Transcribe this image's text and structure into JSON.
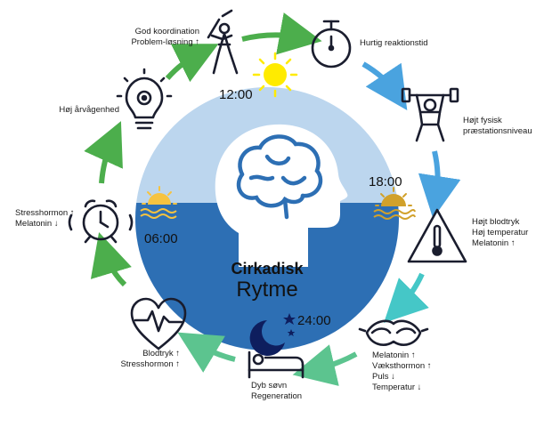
{
  "title": {
    "line1": "Cirkadisk",
    "line2": "Rytme"
  },
  "times": {
    "noon": "12:00",
    "evening": "18:00",
    "midnight": "24:00",
    "morning": "06:00"
  },
  "labels": {
    "coordination": [
      "God koordination",
      "Problem-løsning ↑"
    ],
    "reaction": [
      "Hurtig reaktionstid"
    ],
    "physical": [
      "Højt fysisk",
      "præstationsniveau"
    ],
    "bloodpressure_high": [
      "Højt blodtryk",
      "Høj temperatur",
      "Melatonin ↑"
    ],
    "sleep_hormones": [
      "Melatonin ↑",
      "Væksthormon ↑",
      "Puls ↓",
      "Temperatur ↓"
    ],
    "deep_sleep": [
      "Dyb søvn",
      "Regeneration"
    ],
    "blood_stress": [
      "Blodtryk ↑",
      "Stresshormon ↑"
    ],
    "stress_melatonin": [
      "Stresshormon ↑",
      "Melatonin ↓"
    ],
    "alertness": [
      "Høj årvågenhed"
    ]
  },
  "colors": {
    "sky": "#bcd6ee",
    "water": "#2d6fb4",
    "head": "#ffffff",
    "sun": "#ffeb00",
    "sunset": "#d1a12b",
    "icon": "#1a1d2e",
    "arrow_green": "#4cae4c",
    "arrow_blue": "#4aa3df",
    "arrow_teal": "#45c7c7",
    "arrow_lightgreen": "#5cc48f"
  },
  "icons": [
    "baseball-player-icon",
    "stopwatch-icon",
    "weightlifter-icon",
    "thermometer-warning-icon",
    "sleep-mask-icon",
    "bed-icon",
    "heart-pulse-icon",
    "alarm-clock-icon",
    "lightbulb-gear-icon",
    "sun-icon",
    "sunset-icon",
    "sunrise-icon",
    "moon-stars-icon",
    "brain-head-icon"
  ]
}
